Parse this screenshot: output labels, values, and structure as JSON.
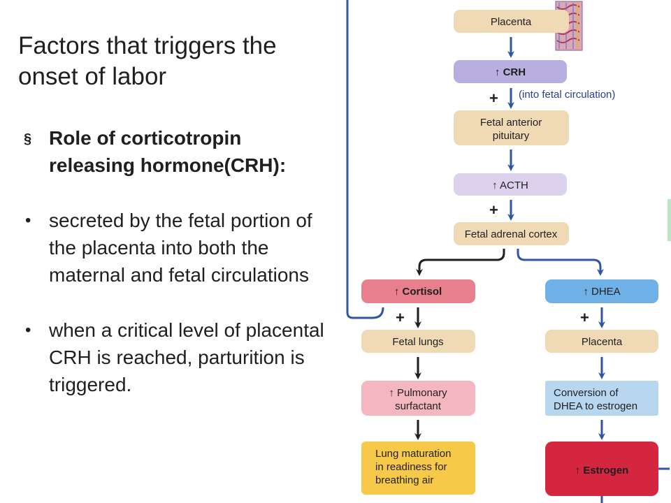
{
  "slide": {
    "title": "Factors that triggers the onset of labor",
    "bullets": [
      {
        "marker": "§",
        "text": "Role of corticotropin releasing hormone(CRH):",
        "bold": true
      },
      {
        "marker": "•",
        "text": "secreted by the fetal portion of the placenta into both the maternal and fetal circulations",
        "bold": false
      },
      {
        "marker": "•",
        "text": "when a critical level of placental CRH is reached, parturition is triggered.",
        "bold": false
      }
    ]
  },
  "diagram": {
    "colors": {
      "tan": "#f0d9b5",
      "lavender": "#b9aee0",
      "lavender_light": "#ddd2ee",
      "cortisol_pink": "#e77f8c",
      "pink_light": "#f4b7c0",
      "blue": "#6fb0e6",
      "blue_light": "#b7d6f0",
      "yellow": "#f7c948",
      "estrogen_red": "#d5263f",
      "arrow_blue": "#2f55a4",
      "arrow_dark": "#1f1f1f"
    },
    "placenta_top": {
      "lines": [
        "Placenta"
      ]
    },
    "crh": {
      "arrow": "↑",
      "label": "CRH"
    },
    "into_fetal_note": "(into fetal circulation)",
    "fetal_anterior_pituitary": {
      "lines": [
        "Fetal anterior",
        "pituitary"
      ]
    },
    "acth": {
      "arrow": "↑",
      "label": "ACTH"
    },
    "fetal_adrenal_cortex": {
      "lines": [
        "Fetal adrenal cortex"
      ]
    },
    "cortisol": {
      "arrow": "↑",
      "label": "Cortisol"
    },
    "dhea": {
      "arrow": "↑",
      "label": "DHEA"
    },
    "fetal_lungs": {
      "lines": [
        "Fetal lungs"
      ]
    },
    "placenta_right": {
      "lines": [
        "Placenta"
      ]
    },
    "pulmonary_surfactant": {
      "arrow": "↑",
      "lines": [
        "Pulmonary",
        "surfactant"
      ]
    },
    "conversion": {
      "lines": [
        "Conversion of",
        "DHEA to estrogen"
      ]
    },
    "lung_maturation": {
      "lines": [
        "Lung maturation",
        "in readiness for",
        "breathing air"
      ]
    },
    "estrogen": {
      "arrow": "↑",
      "label": "Estrogen"
    },
    "plus": "+"
  }
}
